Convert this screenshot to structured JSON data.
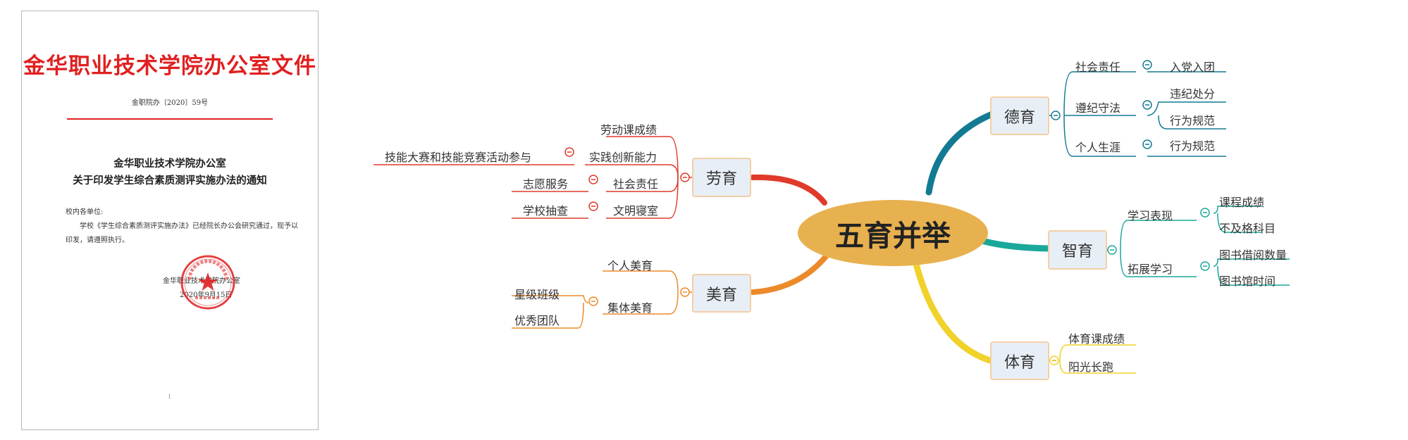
{
  "document": {
    "header": "金华职业技术学院办公室文件",
    "doc_number": "金职院办〔2020〕59号",
    "title_line1": "金华职业技术学院办公室",
    "title_line2": "关于印发学生综合素质测评实施办法的通知",
    "addressee": "校内各单位:",
    "body": "学校《学生综合素质测评实施办法》已经院长办公会研究通过，现予以印发，请遵照执行。",
    "signature": "金华职业技术学院办公室",
    "date": "2020年9月15日",
    "page_number": "1",
    "seal_text": "金华职业技术学院"
  },
  "mindmap": {
    "center": "五育并举",
    "colors": {
      "deyu": "#127a93",
      "zhiyu": "#1aa89a",
      "tiyu": "#f1d22b",
      "meiyu": "#ec8a2a",
      "laoyu": "#e03a2a",
      "center_fill": "#e8b14f"
    },
    "branches": {
      "deyu": {
        "label": "德育",
        "sub1": "社会责任",
        "sub1_leaf": "入党入团",
        "sub2": "遵纪守法",
        "sub2_leaf1": "违纪处分",
        "sub2_leaf2": "行为规范",
        "sub3": "个人生涯",
        "sub3_leaf": "行为规范"
      },
      "zhiyu": {
        "label": "智育",
        "sub1": "学习表现",
        "sub1_leaf1": "课程成绩",
        "sub1_leaf2": "不及格科目",
        "sub2": "拓展学习",
        "sub2_leaf1": "图书借阅数量",
        "sub2_leaf2": "图书馆时间"
      },
      "tiyu": {
        "label": "体育",
        "leaf1": "体育课成绩",
        "leaf2": "阳光长跑"
      },
      "laoyu": {
        "label": "劳育",
        "sub1": "劳动课成绩",
        "sub2": "实践创新能力",
        "sub2_leaf": "技能大赛和技能竞赛活动参与",
        "sub3": "社会责任",
        "sub3_leaf": "志愿服务",
        "sub4": "文明寝室",
        "sub4_leaf": "学校抽查"
      },
      "meiyu": {
        "label": "美育",
        "sub1": "个人美育",
        "sub2": "集体美育",
        "sub2_leaf1": "星级班级",
        "sub2_leaf2": "优秀团队"
      }
    }
  }
}
